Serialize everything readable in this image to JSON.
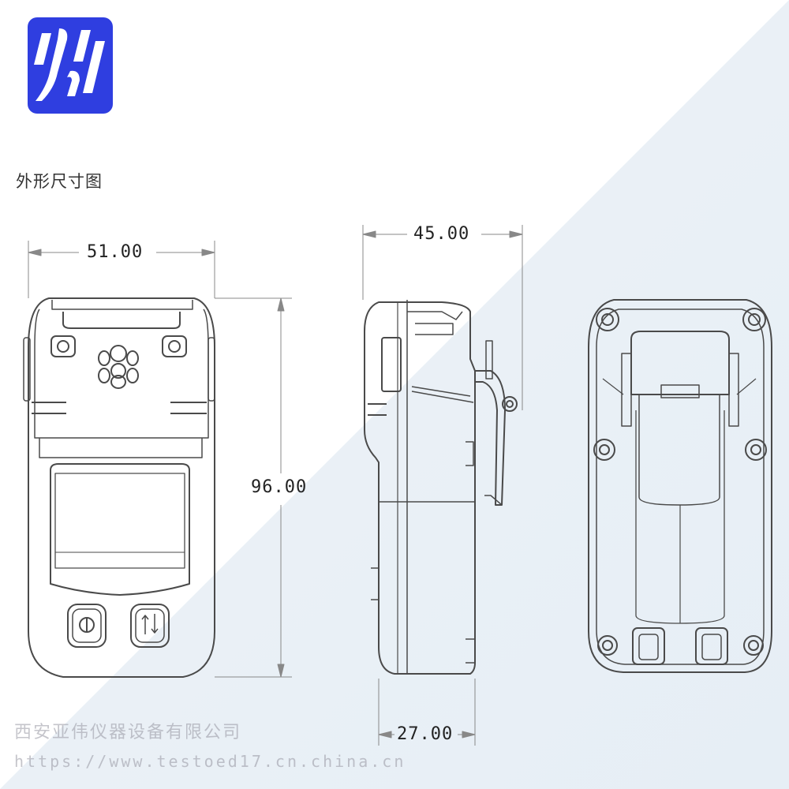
{
  "header": {
    "title": "外形尺寸图"
  },
  "brand": {
    "logo_color": "#2f3ee0"
  },
  "dimensions": {
    "front_width": "51.00",
    "height": "96.00",
    "side_depth": "45.00",
    "side_body_depth": "27.00"
  },
  "watermark": {
    "company": "西安亚伟仪器设备有限公司",
    "url": "https://www.testoed17.cn.china.cn"
  }
}
